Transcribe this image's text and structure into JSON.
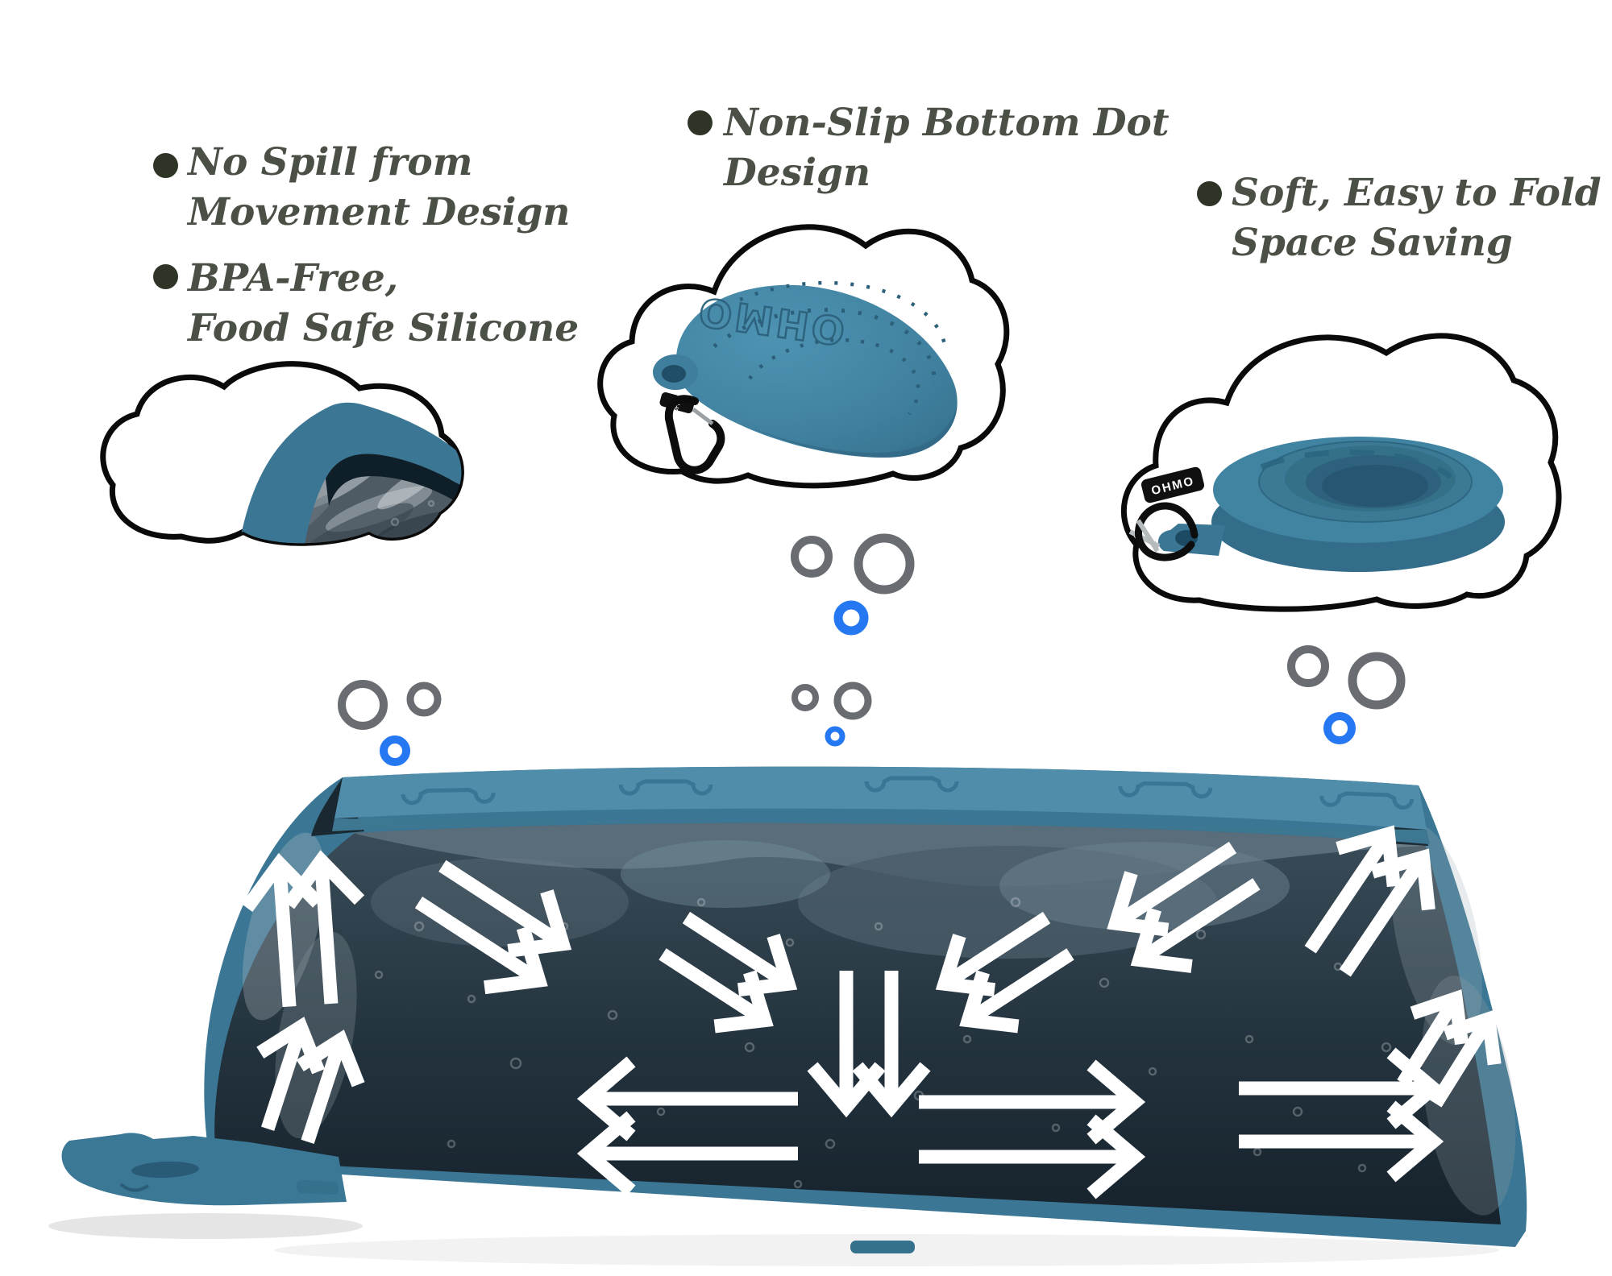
{
  "brand": {
    "name": "OHMO",
    "tag_label": "OHMO"
  },
  "features": [
    {
      "id": "no-spill",
      "lines": [
        "No Spill from",
        "Movement Design"
      ]
    },
    {
      "id": "bpa-free",
      "lines": [
        "BPA-Free,",
        "Food Safe Silicone"
      ]
    },
    {
      "id": "non-slip",
      "lines": [
        "Non-Slip Bottom Dot",
        "Design"
      ]
    },
    {
      "id": "foldable",
      "lines": [
        "Soft, Easy to Fold",
        "Space Saving"
      ]
    }
  ],
  "colors": {
    "text": "#4b5046",
    "bullet": "#2e3526",
    "teal": "#3b7794",
    "tealLight": "#4a8aa8",
    "tealDark": "#2d627d",
    "rim": "#4f8dab",
    "waterTop": "#3a4d59",
    "waterDeep": "#16222c",
    "cloudStroke": "#0a0a0a",
    "arrow": "#ffffff",
    "bubbleGray": "#696c70",
    "bubbleBlue": "#2677f2",
    "black": "#101010",
    "silver": "#b9bec2"
  }
}
